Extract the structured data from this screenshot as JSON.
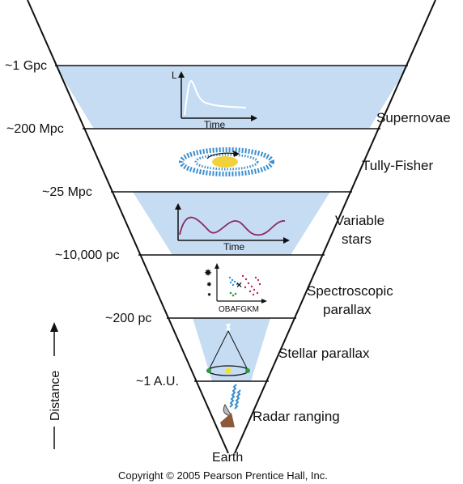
{
  "title": "",
  "colors": {
    "band_blue": "#c6dcf3",
    "band_white": "#ffffff",
    "outline": "#111111",
    "curve_purple": "#8b2a63",
    "galaxy_blue": "#3a8fd0",
    "galaxy_core": "#f1d23a",
    "star_green": "#2e9a3f",
    "star_yellow": "#f3e12b",
    "radar_brown": "#8a5a3a"
  },
  "distance_labels": [
    "~1 Gpc",
    "~200 Mpc",
    "~25 Mpc",
    "~10,000 pc",
    "~200 pc",
    "~1 A.U."
  ],
  "methods": [
    {
      "label": "Supernovae"
    },
    {
      "label": "Tully-Fisher"
    },
    {
      "label_line1": "Variable",
      "label_line2": "stars"
    },
    {
      "label_line1": "Spectroscopic",
      "label_line2": "parallax"
    },
    {
      "label": "Stellar parallax"
    },
    {
      "label": "Radar ranging"
    }
  ],
  "bottom_label": "Earth",
  "axis_label": "Distance",
  "supernova_plot": {
    "ylabel": "L",
    "xlabel": "Time"
  },
  "variable_plot": {
    "xlabel": "Time"
  },
  "hr_plot": {
    "xlabel": "OBAFGKM"
  },
  "copyright": "Copyright © 2005 Pearson Prentice Hall, Inc."
}
